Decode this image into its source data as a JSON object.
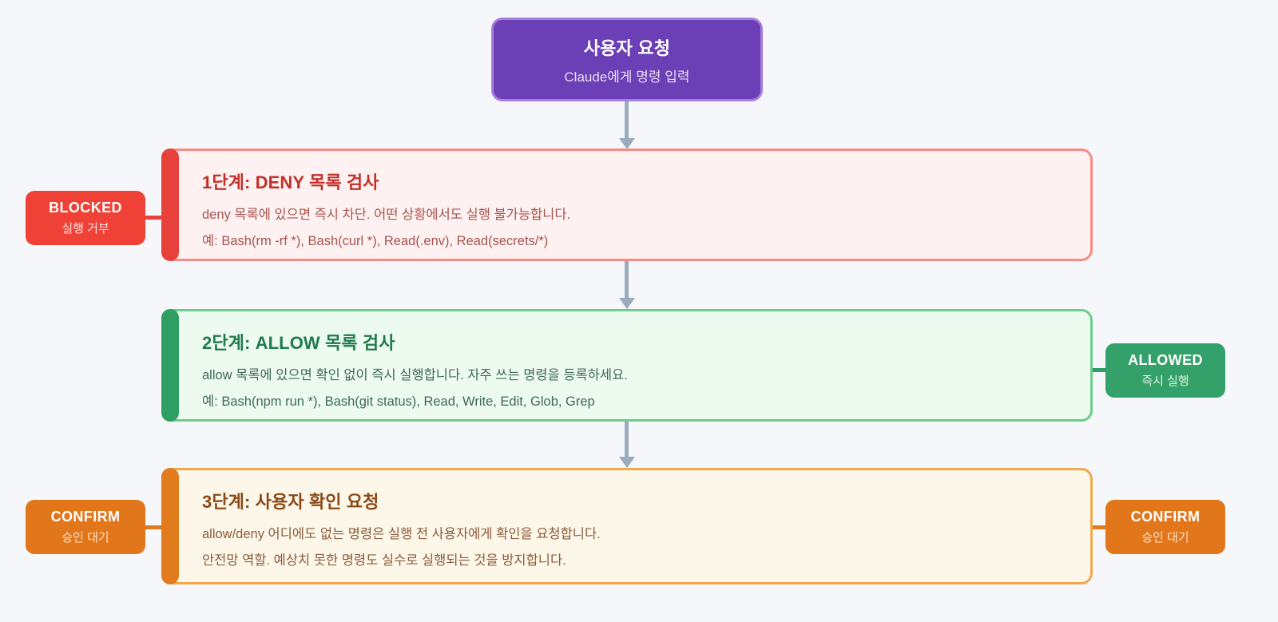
{
  "diagram": {
    "background_color": "#f5f7fa",
    "root": {
      "title": "사용자 요청",
      "subtitle": "Claude에게 명령 입력",
      "fill_color": "#6b3fb5",
      "border_color": "#a67ee0"
    },
    "steps": [
      {
        "id": "step-1",
        "title": "1단계: DENY 목록 검사",
        "line1": "deny 목록에 있으면 즉시 차단. 어떤 상황에서도 실행 불가능합니다.",
        "line2": "예: Bash(rm -rf *), Bash(curl *), Read(.env), Read(secrets/*)",
        "accent_color": "#e8403a",
        "fill_color": "#fdf2f1",
        "border_color": "#fb8a85"
      },
      {
        "id": "step-2",
        "title": "2단계: ALLOW 목록 검사",
        "line1": "allow 목록에 있으면 확인 없이 즉시 실행합니다. 자주 쓰는 명령을 등록하세요.",
        "line2": "예: Bash(npm run *), Bash(git status), Read, Write, Edit, Glob, Grep",
        "accent_color": "#2f9e63",
        "fill_color": "#edfaef",
        "border_color": "#6dcb8c"
      },
      {
        "id": "step-3",
        "title": "3단계: 사용자 확인 요청",
        "line1": "allow/deny 어디에도 없는 명령은 실행 전 사용자에게 확인을 요청합니다.",
        "line2": "안전망 역할. 예상치 못한 명령도 실수로 실행되는 것을 방지합니다.",
        "accent_color": "#e07b1e",
        "fill_color": "#fdf7e9",
        "border_color": "#f0a84d"
      }
    ],
    "badges": {
      "blocked": {
        "title": "BLOCKED",
        "subtitle": "실행 거부",
        "color": "#ef4136"
      },
      "allowed": {
        "title": "ALLOWED",
        "subtitle": "즉시 실행",
        "color": "#34a06a"
      },
      "confirm_left": {
        "title": "CONFIRM",
        "subtitle": "승인 대기",
        "color": "#e2761b"
      },
      "confirm_right": {
        "title": "CONFIRM",
        "subtitle": "승인 대기",
        "color": "#e2761b"
      }
    },
    "connector_color": "#9aabbd"
  }
}
